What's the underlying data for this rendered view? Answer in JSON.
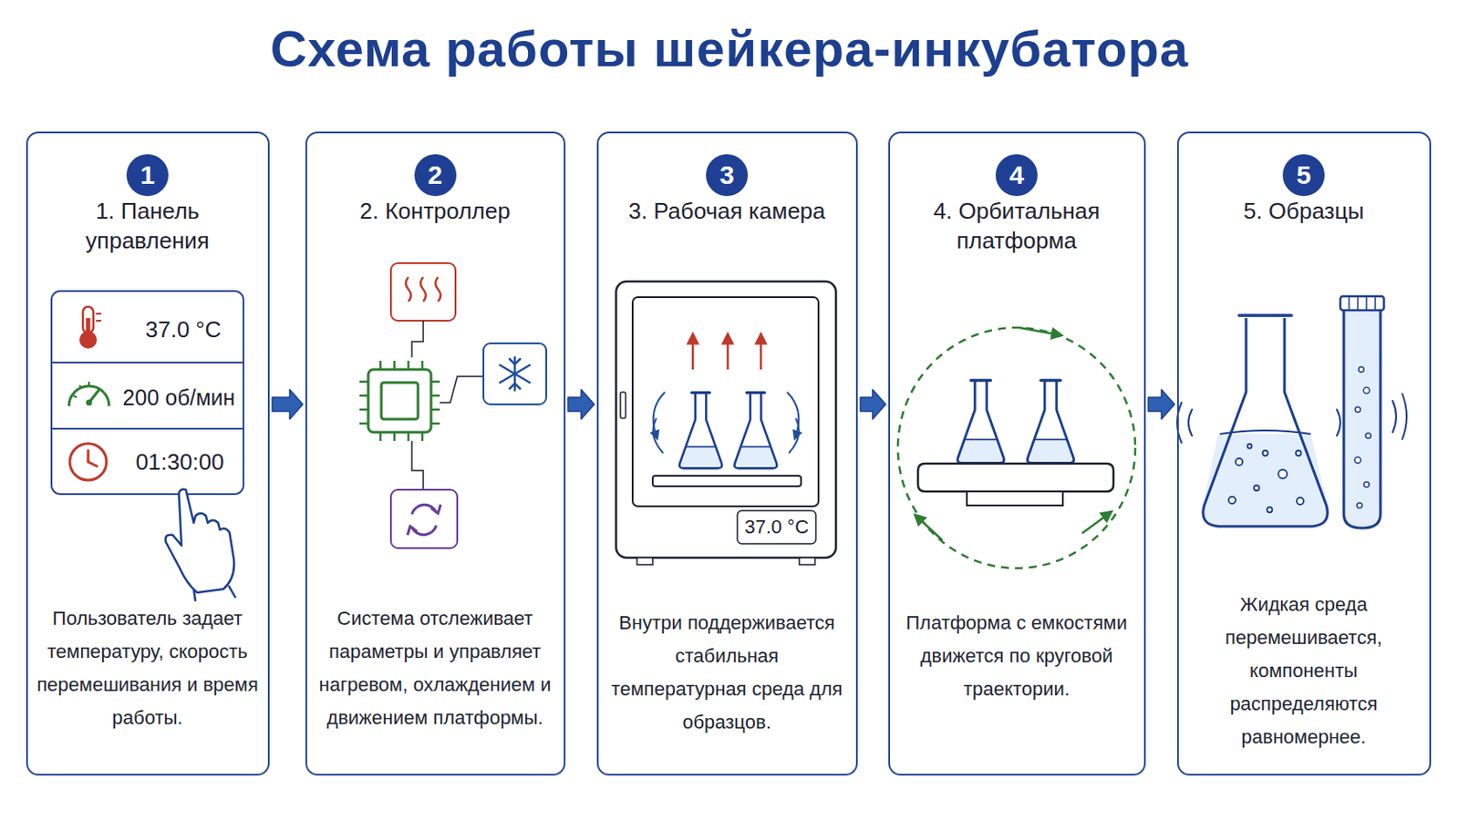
{
  "diagram": {
    "title": "Схема работы шейкера-инкубатора",
    "nodes": [
      {
        "text": [
          "1",
          "1. Панель управления",
          "Пользователь задает температуру, скорость перемешивания и время работы."
        ]
      },
      {
        "text": [
          "2",
          "2. Контроллер",
          "Система отслеживает параметры и управляет нагревом, охлаждением и движением платформы."
        ]
      },
      {
        "text": [
          "3",
          "3. Рабочая камера",
          "Внутри поддерживается стабильная температурная среда для образцов."
        ]
      },
      {
        "text": [
          "4",
          "4. Орбитальная платформа",
          "Платформа с емкостями движется по круговой траектории."
        ]
      },
      {
        "text": [
          "5",
          "5. Образцы",
          "Жидкая среда перемешивается, компоненты распределяются равномернее."
        ]
      }
    ],
    "edges": [
      {
        "from": 0,
        "to": 1,
        "arrow": "to"
      },
      {
        "from": 1,
        "to": 2,
        "arrow": "to"
      },
      {
        "from": 2,
        "to": 3,
        "arrow": "to"
      },
      {
        "from": 3,
        "to": 4,
        "arrow": "to"
      }
    ],
    "labels": [
      "37.0 °C",
      "200 об/мин",
      "01:30:00",
      "37.0 °C"
    ]
  }
}
